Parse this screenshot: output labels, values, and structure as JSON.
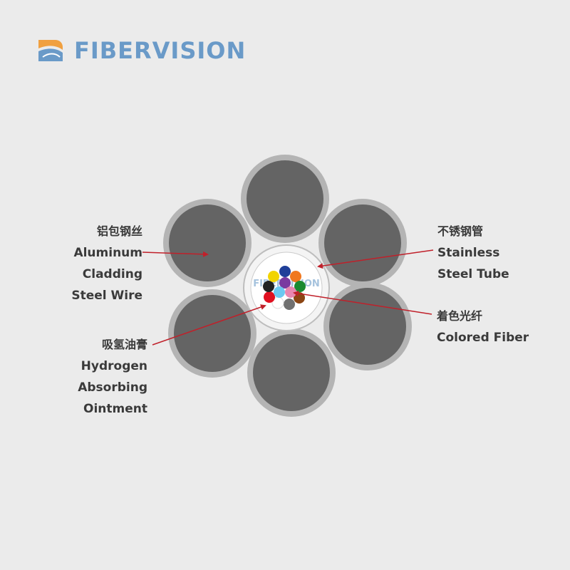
{
  "brand": {
    "name": "FIBERVISION",
    "logo_colors": {
      "orange": "#f0a040",
      "blue": "#6a9ac8"
    }
  },
  "diagram": {
    "watermark": "FIBERVISION",
    "colors": {
      "background": "#ebebeb",
      "wire_core": "#646464",
      "wire_cladding": "#b4b4b4",
      "tube": "#f4f4f4",
      "leader": "#c0202a",
      "text": "#3a3a3a"
    },
    "fiber_colors": [
      "#1f3f99",
      "#f07820",
      "#1a8a30",
      "#8b4513",
      "#707070",
      "#ffffff",
      "#e01020",
      "#222222",
      "#f2d400",
      "#7a3aa0",
      "#e887b0",
      "#6cc8f0"
    ],
    "labels": {
      "aluminum": {
        "zh": "铝包钢丝",
        "en": [
          "Aluminum",
          "Cladding",
          "Steel Wire"
        ]
      },
      "steel_tube": {
        "zh": "不锈钢管",
        "en": [
          "Stainless",
          "Steel Tube"
        ]
      },
      "colored_fiber": {
        "zh": "着色光纤",
        "en": [
          "Colored Fiber"
        ]
      },
      "hydrogen": {
        "zh": "吸氢油膏",
        "en": [
          "Hydrogen",
          "Absorbing",
          "Ointment"
        ]
      }
    }
  }
}
